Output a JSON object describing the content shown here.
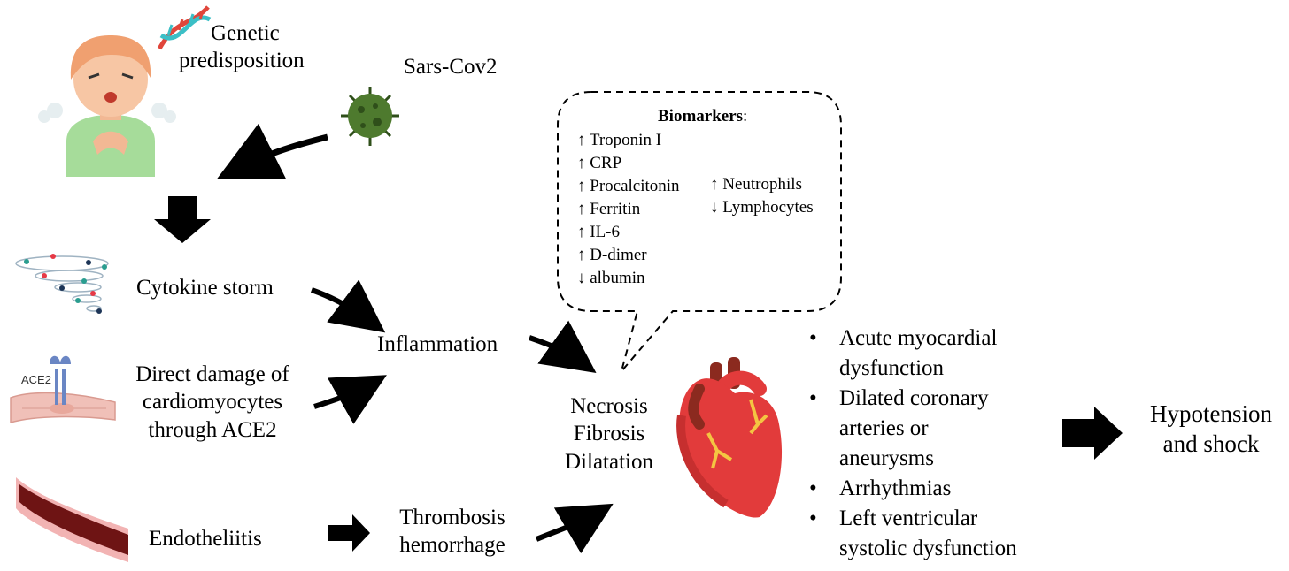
{
  "labels": {
    "genetic": [
      "Genetic",
      "predisposition"
    ],
    "sars": "Sars-Cov2",
    "cytokine": "Cytokine storm",
    "direct": [
      "Direct damage of",
      "cardiomyocytes",
      "through ACE2"
    ],
    "ace2_tag": "ACE2",
    "endo": "Endotheliitis",
    "inflammation": "Inflammation",
    "thrombosis": [
      "Thrombosis",
      "hemorrhage"
    ],
    "necrosis": [
      "Necrosis",
      "Fibrosis",
      "Dilatation"
    ],
    "hypotension": [
      "Hypotension",
      "and shock"
    ]
  },
  "biomarkers": {
    "title": "Biomarkers",
    "colon": ":",
    "left": [
      "↑ Troponin I",
      "↑ CRP",
      "↑ Procalcitonin",
      "↑ Ferritin",
      "↑ IL-6",
      "↑ D-dimer",
      "↓ albumin"
    ],
    "right": [
      "↑ Neutrophils",
      "↓ Lymphocytes"
    ]
  },
  "outcomes": [
    [
      "Acute myocardial",
      "dysfunction"
    ],
    [
      "Dilated coronary",
      "arteries or",
      "aneurysms"
    ],
    [
      "Arrhythmias"
    ],
    [
      "Left ventricular",
      "systolic dysfunction"
    ]
  ],
  "bullet_char": "•",
  "colors": {
    "virus": "#4e7a2e",
    "virus_dark": "#2f4f1a",
    "dna_red": "#e0463b",
    "dna_teal": "#3bbfc6",
    "skin": "#f7c6a4",
    "hair": "#f0a070",
    "shirt": "#a6dc9a",
    "heart_red": "#e23b3b",
    "heart_dark": "#8b2a1f",
    "vessel": "#6e1414",
    "receptor": "#6a86c4"
  }
}
